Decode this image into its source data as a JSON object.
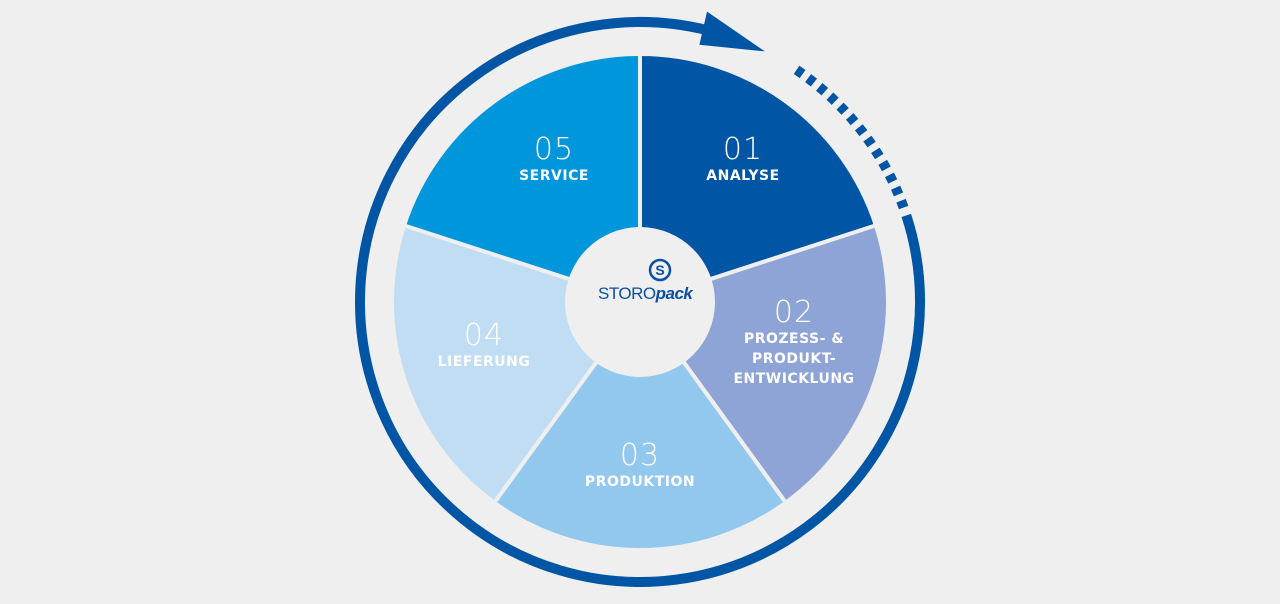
{
  "diagram": {
    "center_logo": {
      "brand": "STOROpack",
      "part1": "STORO",
      "part2": "pack",
      "mark": "S"
    },
    "segments": [
      {
        "number": "01",
        "label": "ANALYSE",
        "color": "#0055a5"
      },
      {
        "number": "02",
        "label_lines": [
          "PROZESS- &",
          "PRODUKT-",
          "ENTWICKLUNG"
        ],
        "color": "#8fa4d6"
      },
      {
        "number": "03",
        "label": "PRODUKTION",
        "color": "#93c8ee"
      },
      {
        "number": "04",
        "label": "LIEFERUNG",
        "color": "#c1ddf4"
      },
      {
        "number": "05",
        "label": "SERVICE",
        "color": "#0096db"
      }
    ],
    "ring_color": "#0055a5",
    "background": "#efefef"
  }
}
